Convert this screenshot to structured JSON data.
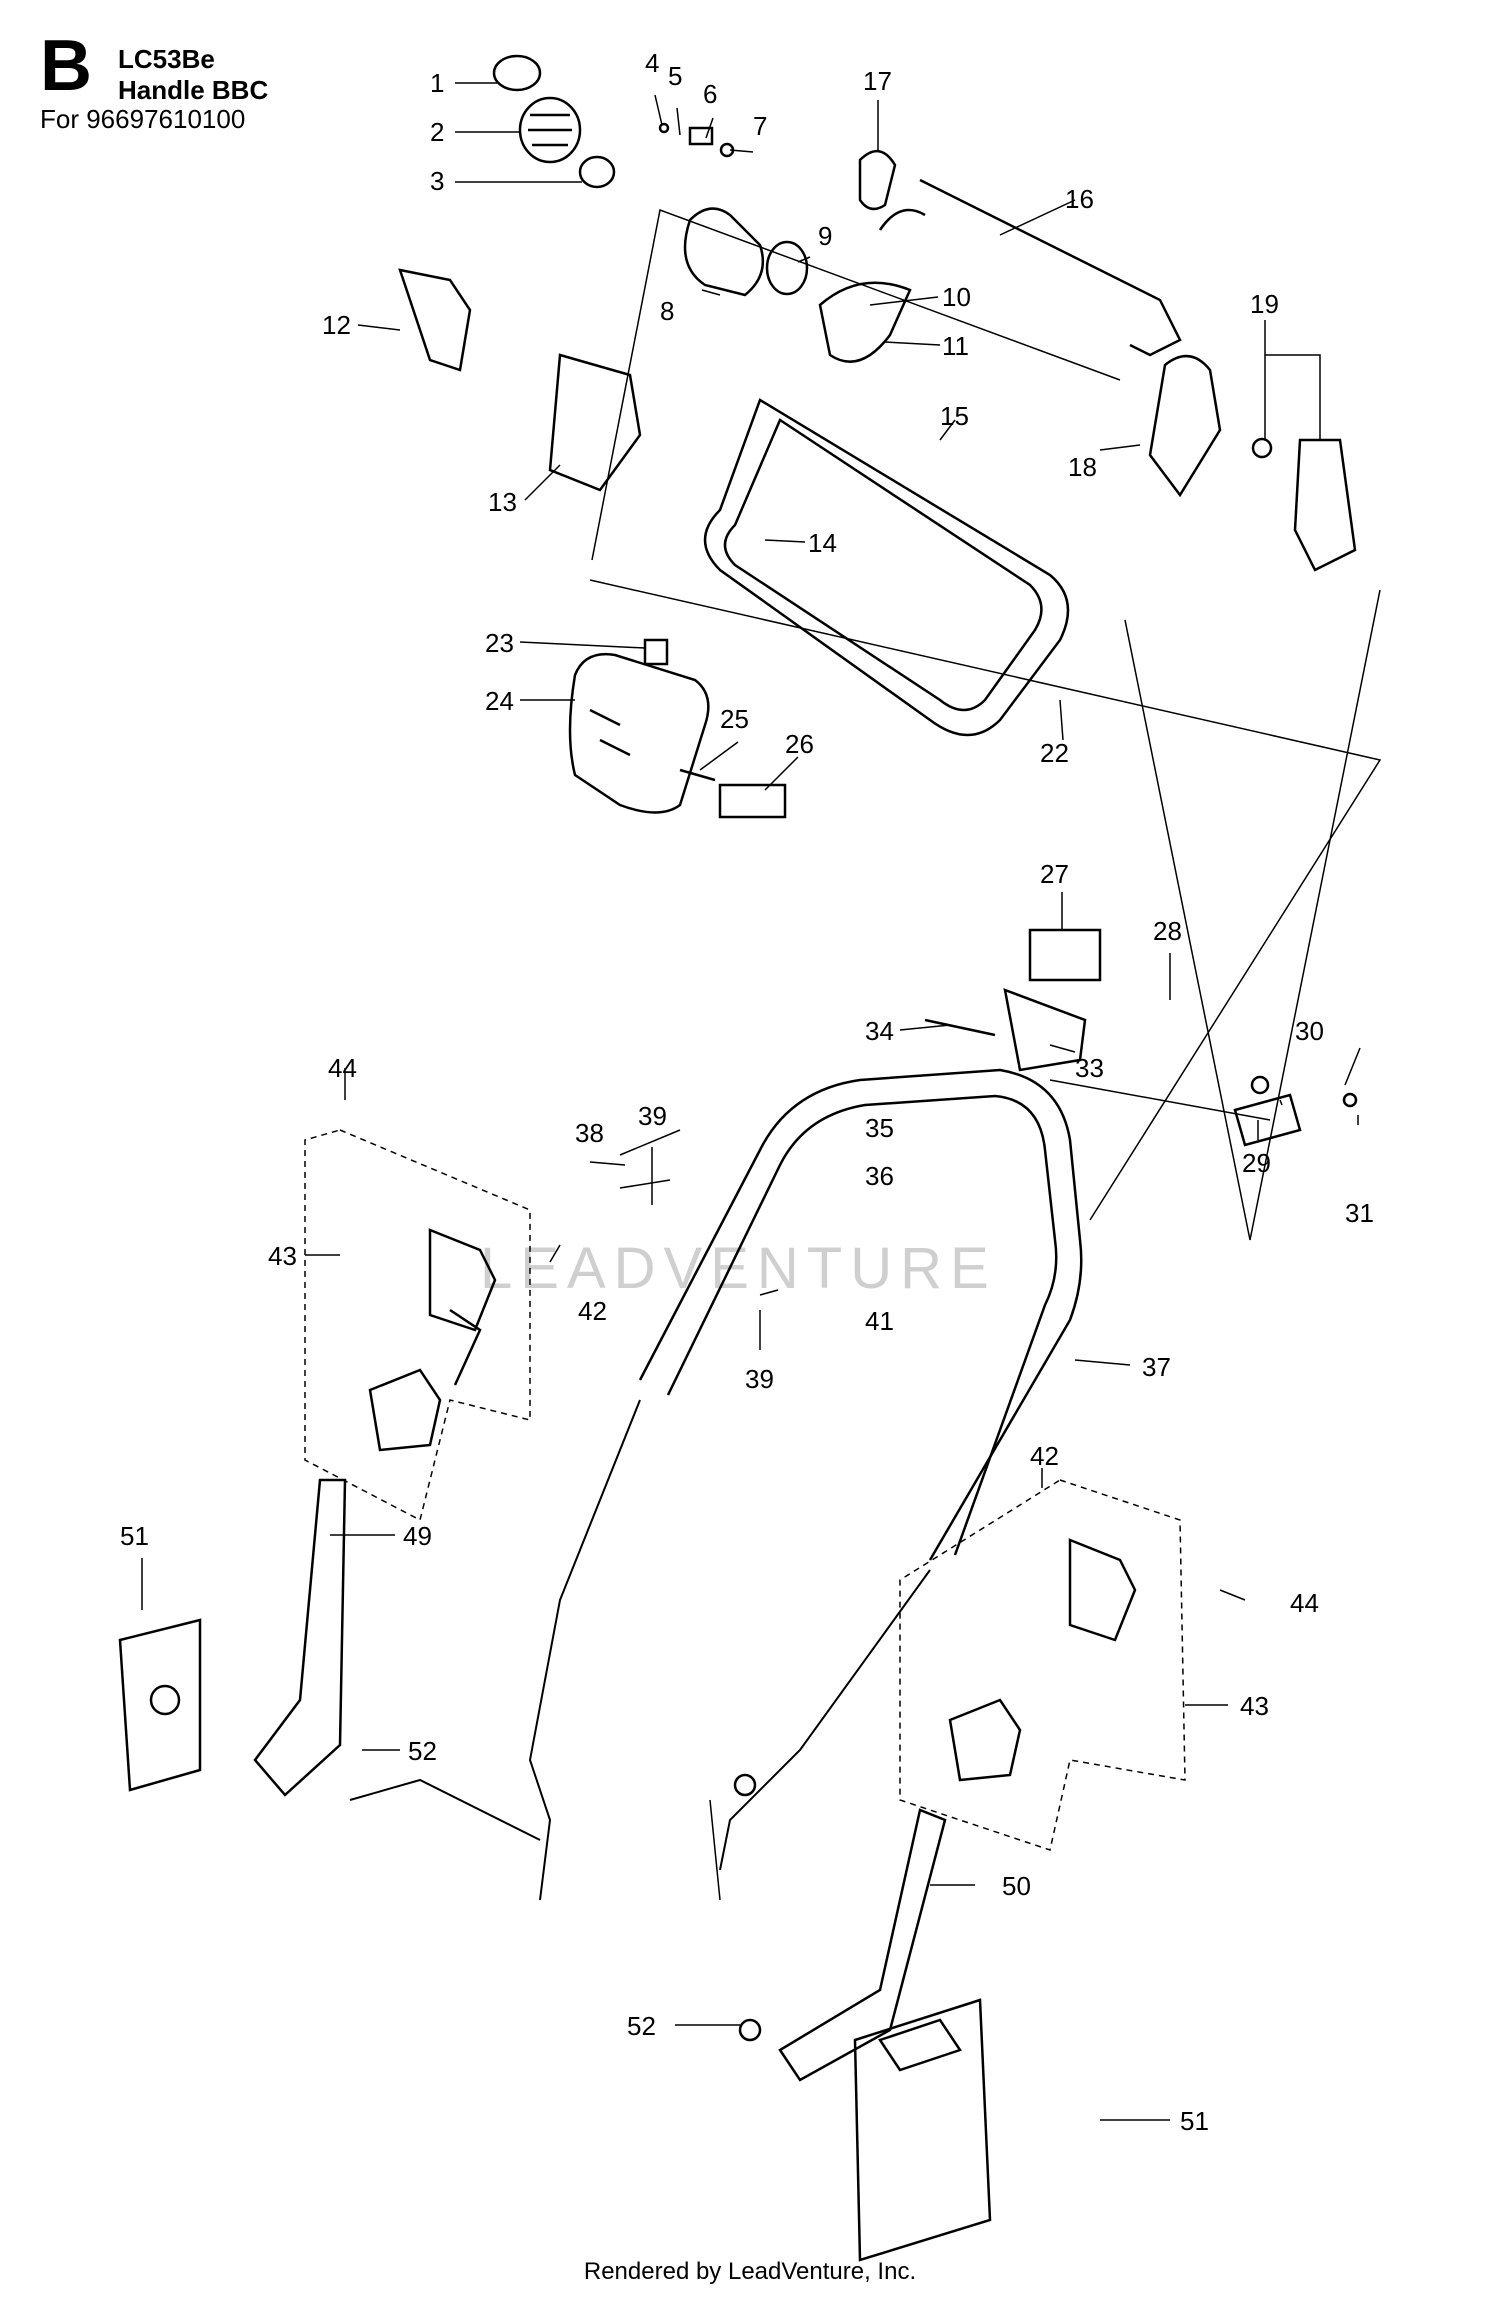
{
  "header": {
    "section_letter": "B",
    "model": "LC53Be",
    "diagram_name": "Handle BBC",
    "for_line": "For 96697610100"
  },
  "footer": {
    "text": "Rendered by LeadVenture, Inc."
  },
  "watermark": {
    "text": "LEADVENTURE"
  },
  "colors": {
    "line": "#000000",
    "part_fill": "#ffffff",
    "watermark": "#cfcfcf"
  },
  "callouts": [
    "1",
    "2",
    "3",
    "4",
    "5",
    "6",
    "7",
    "8",
    "9",
    "10",
    "11",
    "12",
    "13",
    "14",
    "15",
    "16",
    "17",
    "18",
    "19",
    "22",
    "23",
    "24",
    "25",
    "26",
    "27",
    "28",
    "29",
    "30",
    "31",
    "33",
    "34",
    "35",
    "36",
    "37",
    "38",
    "39",
    "39",
    "41",
    "42",
    "42",
    "43",
    "43",
    "44",
    "44",
    "49",
    "50",
    "51",
    "51",
    "52",
    "52"
  ]
}
